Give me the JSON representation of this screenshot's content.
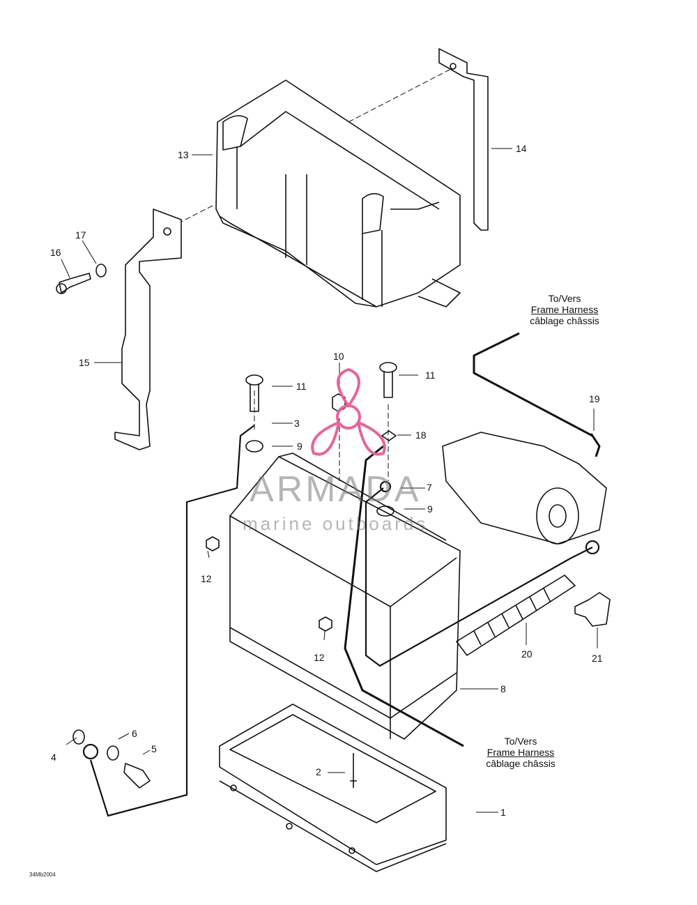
{
  "callouts": [
    {
      "id": "c1",
      "text": "1"
    },
    {
      "id": "c2",
      "text": "2"
    },
    {
      "id": "c3",
      "text": "3"
    },
    {
      "id": "c4",
      "text": "4"
    },
    {
      "id": "c5",
      "text": "5"
    },
    {
      "id": "c6",
      "text": "6"
    },
    {
      "id": "c7",
      "text": "7"
    },
    {
      "id": "c8",
      "text": "8"
    },
    {
      "id": "c9a",
      "text": "9"
    },
    {
      "id": "c9b",
      "text": "9"
    },
    {
      "id": "c10",
      "text": "10"
    },
    {
      "id": "c11a",
      "text": "11"
    },
    {
      "id": "c11b",
      "text": "11"
    },
    {
      "id": "c12a",
      "text": "12"
    },
    {
      "id": "c12b",
      "text": "12"
    },
    {
      "id": "c13",
      "text": "13"
    },
    {
      "id": "c14",
      "text": "14"
    },
    {
      "id": "c15",
      "text": "15"
    },
    {
      "id": "c16",
      "text": "16"
    },
    {
      "id": "c17",
      "text": "17"
    },
    {
      "id": "c18",
      "text": "18"
    },
    {
      "id": "c19",
      "text": "19"
    },
    {
      "id": "c20",
      "text": "20"
    },
    {
      "id": "c21",
      "text": "21"
    }
  ],
  "notes": {
    "top": {
      "line1": "To/Vers",
      "line2": "Frame Harness",
      "line3": "câblage châssis"
    },
    "bottom": {
      "line1": "To/Vers",
      "line2": "Frame Harness",
      "line3": "câblage châssis"
    }
  },
  "drawing_code": "34Mb2004",
  "watermark": {
    "title": "ARMADA",
    "subtitle": "marine outboards",
    "logo_color": "#e6649b"
  }
}
